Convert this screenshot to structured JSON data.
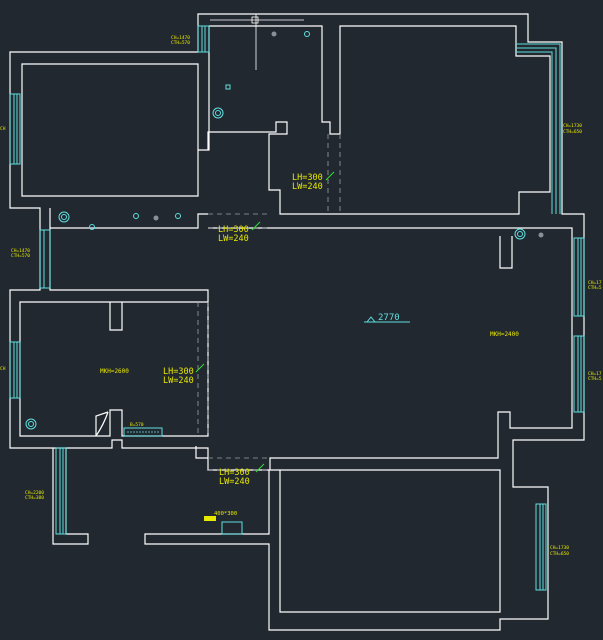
{
  "notes": {
    "beam1": [
      "LH=300",
      "LW=240"
    ],
    "beam2": [
      "LH=300",
      "LW=240"
    ],
    "beam3": [
      "LH=300",
      "LW=240"
    ],
    "beam4": [
      "LH=300",
      "LW=240"
    ],
    "mkh_left": "MKH=2600",
    "mkh_right": "MKH=2400",
    "height_center": "2770",
    "win_top": [
      "CH=1470",
      "CTH=570"
    ],
    "win_right_top": [
      "CH=1730",
      "CTH=650"
    ],
    "win_left_top": "CH",
    "win_left_mid": [
      "CH=1470",
      "CTH=570"
    ],
    "win_left_low": "CH",
    "win_right_mid": [
      "CH=17",
      "CTH=5"
    ],
    "win_right_low": [
      "CH=17",
      "CTH=5"
    ],
    "win_bottom_left": [
      "CH=2200",
      "CTH=380"
    ],
    "win_bottom_right": [
      "CH=1730",
      "CTH=650"
    ],
    "sink": "B=570",
    "kitchen_tag": "400*300"
  },
  "colors": {
    "background": "#212830",
    "wall": "#ffffff",
    "window": "#5fe0e0",
    "text": "#e8e800",
    "leader": "#30e030"
  }
}
